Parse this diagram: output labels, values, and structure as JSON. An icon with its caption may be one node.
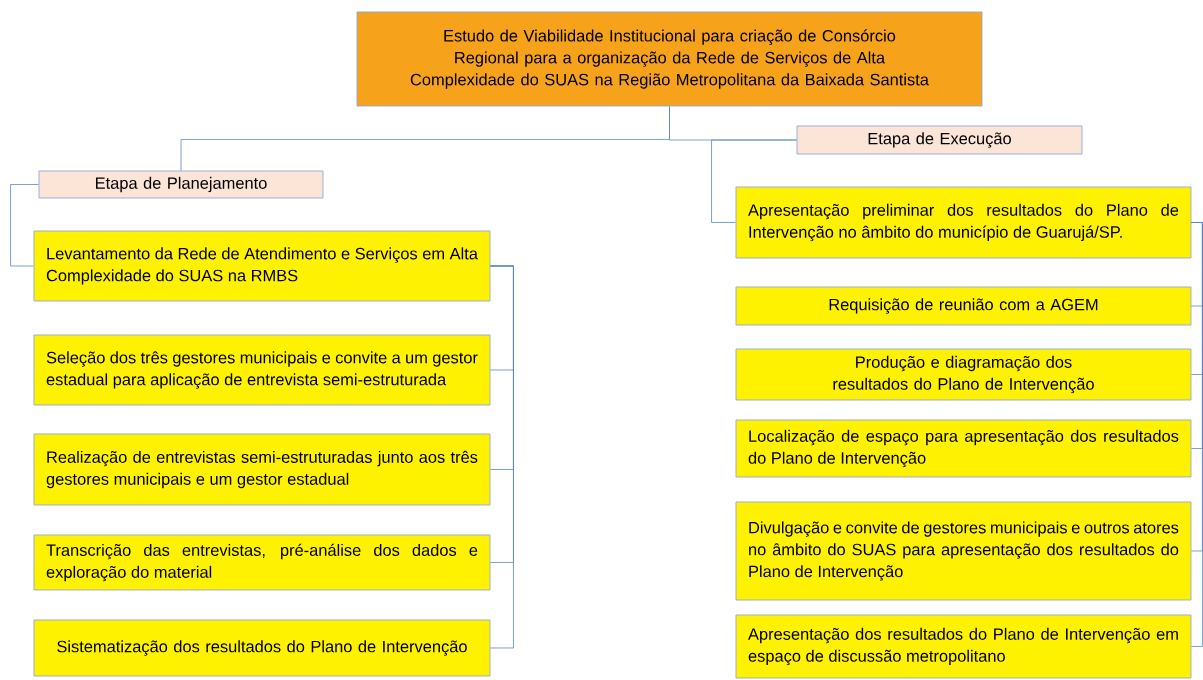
{
  "diagram": {
    "nodes": [
      {
        "text": [
          "Estudo de Viabilidade Institucional para criação de Consórcio Regional para a organização da Rede de Serviços de Alta Complexidade do SUAS na Região Metropolitana da Baixada Santista"
        ]
      },
      {
        "text": [
          "Etapa de Planejamento"
        ]
      },
      {
        "text": [
          "Levantamento da Rede de Atendimento e Serviços em Alta Complexidade do SUAS na RMBS"
        ]
      },
      {
        "text": [
          "Seleção dos três gestores municipais e convite a um gestor estadual para aplicação de entrevista semi-estruturada"
        ]
      },
      {
        "text": [
          "Realização de entrevistas semi-estruturadas junto aos três gestores municipais e um gestor estadual"
        ]
      },
      {
        "text": [
          "Transcrição das entrevistas, pré-análise dos dados e exploração do material"
        ]
      },
      {
        "text": [
          "Sistematização dos resultados do Plano de Intervenção"
        ]
      },
      {
        "text": [
          "Etapa de Execução"
        ]
      },
      {
        "text": [
          "Apresentação preliminar dos resultados do Plano de Intervenção no âmbito do município de Guarujá/SP."
        ]
      },
      {
        "text": [
          "Requisição de reunião com a AGEM"
        ]
      },
      {
        "text": [
          "Produção e diagramação dos resultados do Plano de Intervenção"
        ]
      },
      {
        "text": [
          "Localização de espaço para apresentação dos resultados do Plano de Intervenção"
        ]
      },
      {
        "text": [
          "Divulgação e convite de gestores municipais e outros atores no âmbito do SUAS para apresentação dos resultados do Plano de Intervenção"
        ]
      },
      {
        "text": [
          "Apresentação dos resultados do Plano de Intervenção em espaço de discussão metropolitano"
        ]
      }
    ],
    "edges": [
      {
        "from": 0,
        "to": 1,
        "arrow": "none"
      },
      {
        "from": 0,
        "to": 7,
        "arrow": "none"
      },
      {
        "from": 1,
        "to": 2,
        "arrow": "none"
      },
      {
        "from": 2,
        "to": 3,
        "arrow": "none"
      },
      {
        "from": 2,
        "to": 4,
        "arrow": "none"
      },
      {
        "from": 2,
        "to": 5,
        "arrow": "none"
      },
      {
        "from": 2,
        "to": 6,
        "arrow": "none"
      },
      {
        "from": 7,
        "to": 8,
        "arrow": "none"
      },
      {
        "from": 8,
        "to": 9,
        "arrow": "none"
      },
      {
        "from": 8,
        "to": 10,
        "arrow": "none"
      },
      {
        "from": 8,
        "to": 11,
        "arrow": "none"
      },
      {
        "from": 8,
        "to": 12,
        "arrow": "none"
      },
      {
        "from": 8,
        "to": 13,
        "arrow": "none"
      }
    ]
  }
}
